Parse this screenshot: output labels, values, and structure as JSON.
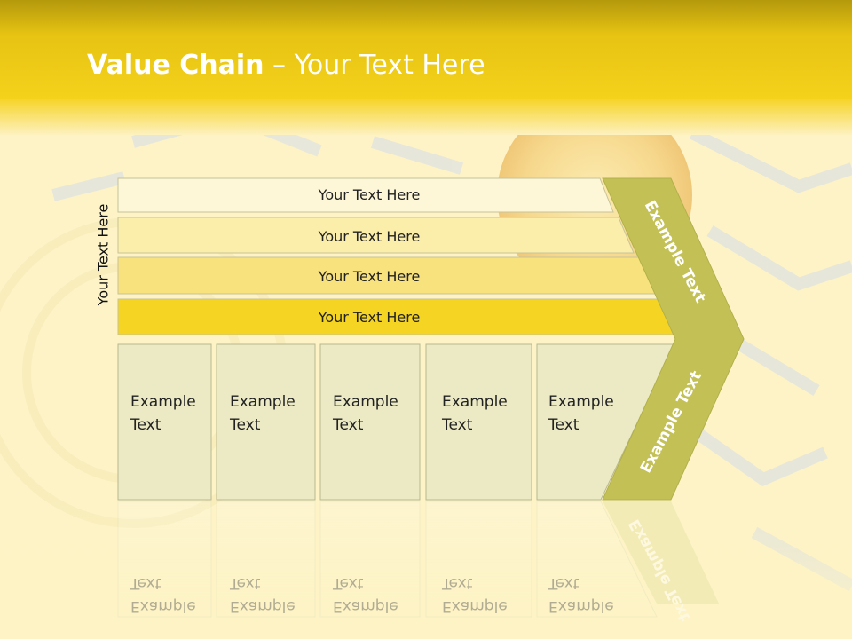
{
  "slide": {
    "title_bold": "Value Chain",
    "title_rest": " – Your Text Here",
    "vertical_label": "Your Text Here"
  },
  "bars": [
    {
      "label": "Your Text Here",
      "color": "#fdf7d8"
    },
    {
      "label": "Your Text Here",
      "color": "#fbedaa"
    },
    {
      "label": "Your Text Here",
      "color": "#f8e27e"
    },
    {
      "label": "Your Text Here",
      "color": "#f5d424"
    }
  ],
  "boxes": [
    {
      "line1": "Example",
      "line2": "Text"
    },
    {
      "line1": "Example",
      "line2": "Text"
    },
    {
      "line1": "Example",
      "line2": "Text"
    },
    {
      "line1": "Example",
      "line2": "Text"
    },
    {
      "line1": "Example",
      "line2": "Text"
    }
  ],
  "chevron": {
    "upper_label": "Example Text",
    "lower_label": "Example Text",
    "color": "#c3c156"
  },
  "colors": {
    "header": "#f1cc12",
    "box_fill": "#ebeac4",
    "box_border": "#b8b890"
  }
}
